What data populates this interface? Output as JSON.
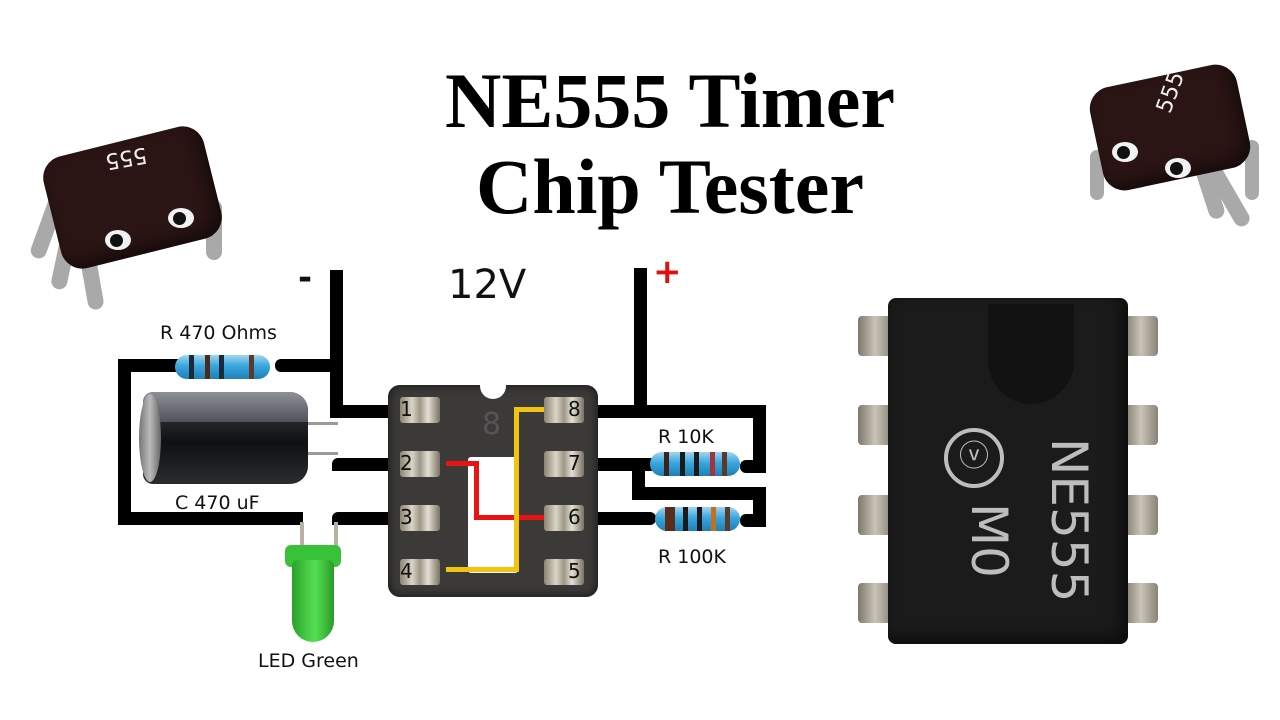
{
  "title": {
    "line1": "NE555 Timer",
    "line2": "Chip Tester"
  },
  "supply": {
    "voltage_label": "12V",
    "negative_symbol": "-",
    "positive_symbol": "+",
    "positive_color": "#e01010"
  },
  "components": {
    "resistor_470": {
      "label": "R  470 Ohms"
    },
    "capacitor": {
      "label": "C  470 uF"
    },
    "led": {
      "label": "LED Green",
      "color": "#3fd33c"
    },
    "resistor_10k": {
      "label": "R  10K"
    },
    "resistor_100k": {
      "label": "R  100K"
    }
  },
  "socket": {
    "ghost_mark": "8",
    "pins_left": [
      "1",
      "2",
      "3",
      "4"
    ],
    "pins_right": [
      "8",
      "7",
      "6",
      "5"
    ],
    "jumpers": [
      {
        "from": "2",
        "to": "6",
        "color": "#e81414"
      },
      {
        "from": "4",
        "to": "8",
        "color": "#f2c40f"
      }
    ]
  },
  "chip_photo": {
    "marking_part": "NE555",
    "marking_code": "M0",
    "logo": "ⓥ"
  },
  "mascots": {
    "left": {
      "text": "555"
    },
    "right": {
      "text": "555"
    }
  }
}
